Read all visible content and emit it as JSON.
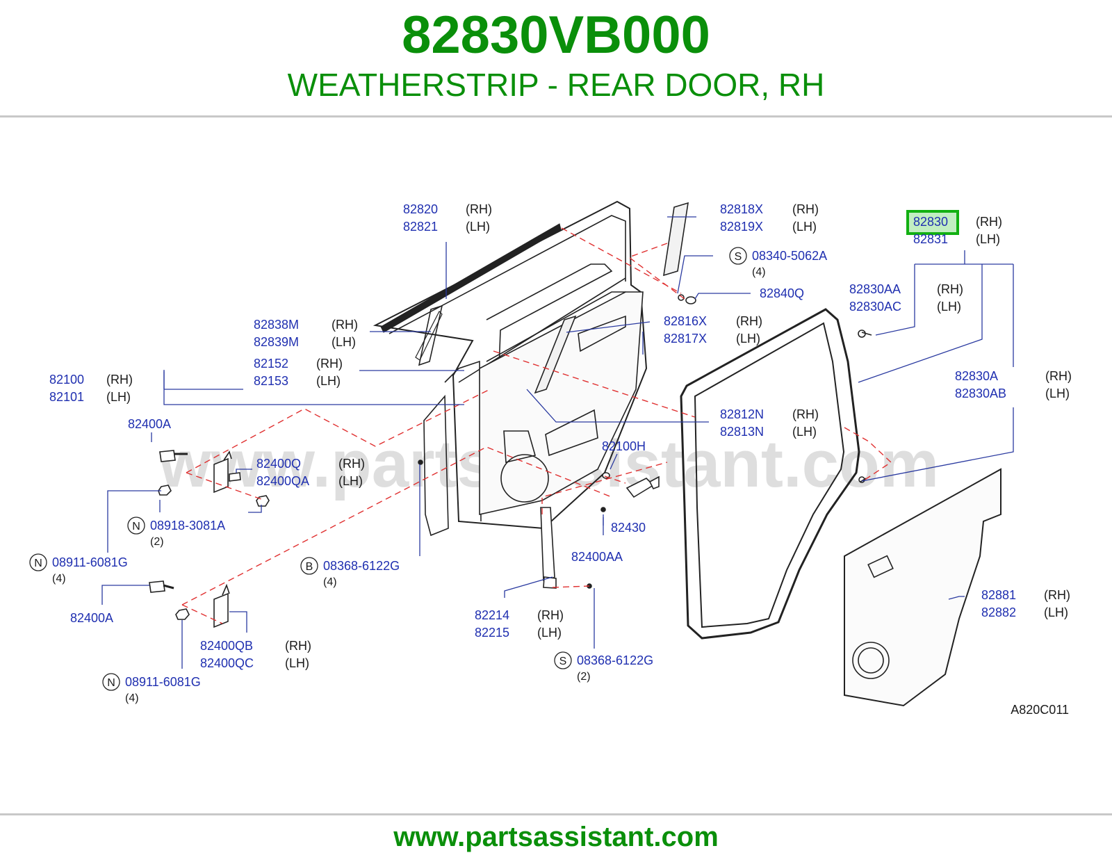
{
  "header": {
    "part_number": "82830VB000",
    "part_title": "WEATHERSTRIP - REAR DOOR, RH"
  },
  "diagram": {
    "watermark": "www.partsassistant.com",
    "diagram_code": "A820C011",
    "highlighted_part": "82830",
    "callouts": [
      {
        "id": "c1",
        "lines": [
          {
            "pn": "82820",
            "side": "(RH)"
          },
          {
            "pn": "82821",
            "side": "(LH)"
          }
        ]
      },
      {
        "id": "c2",
        "lines": [
          {
            "pn": "82818X",
            "side": "(RH)"
          },
          {
            "pn": "82819X",
            "side": "(LH)"
          }
        ]
      },
      {
        "id": "c3",
        "lines": [
          {
            "pn": "82830",
            "side": "(RH)"
          },
          {
            "pn": "82831",
            "side": "(LH)"
          }
        ]
      },
      {
        "id": "c4",
        "prefix": "S",
        "lines": [
          {
            "pn": "08340-5062A",
            "side": ""
          }
        ],
        "qty": "(4)"
      },
      {
        "id": "c5",
        "lines": [
          {
            "pn": "82840Q",
            "side": ""
          }
        ]
      },
      {
        "id": "c6",
        "lines": [
          {
            "pn": "82830AA",
            "side": "(RH)"
          },
          {
            "pn": "82830AC",
            "side": "(LH)"
          }
        ]
      },
      {
        "id": "c7",
        "lines": [
          {
            "pn": "82838M",
            "side": "(RH)"
          },
          {
            "pn": "82839M",
            "side": "(LH)"
          }
        ]
      },
      {
        "id": "c8",
        "lines": [
          {
            "pn": "82816X",
            "side": "(RH)"
          },
          {
            "pn": "82817X",
            "side": "(LH)"
          }
        ]
      },
      {
        "id": "c9",
        "lines": [
          {
            "pn": "82152",
            "side": "(RH)"
          },
          {
            "pn": "82153",
            "side": "(LH)"
          }
        ]
      },
      {
        "id": "c10",
        "lines": [
          {
            "pn": "82100",
            "side": "(RH)"
          },
          {
            "pn": "82101",
            "side": "(LH)"
          }
        ]
      },
      {
        "id": "c11",
        "lines": [
          {
            "pn": "82830A",
            "side": "(RH)"
          },
          {
            "pn": "82830AB",
            "side": "(LH)"
          }
        ]
      },
      {
        "id": "c12",
        "lines": [
          {
            "pn": "82812N",
            "side": "(RH)"
          },
          {
            "pn": "82813N",
            "side": "(LH)"
          }
        ]
      },
      {
        "id": "c13",
        "lines": [
          {
            "pn": "82400A",
            "side": ""
          }
        ]
      },
      {
        "id": "c14",
        "lines": [
          {
            "pn": "82100H",
            "side": ""
          }
        ]
      },
      {
        "id": "c15",
        "lines": [
          {
            "pn": "82400Q",
            "side": "(RH)"
          },
          {
            "pn": "82400QA",
            "side": "(LH)"
          }
        ]
      },
      {
        "id": "c16",
        "prefix": "N",
        "lines": [
          {
            "pn": "08918-3081A",
            "side": ""
          }
        ],
        "qty": "(2)"
      },
      {
        "id": "c17",
        "lines": [
          {
            "pn": "82430",
            "side": ""
          }
        ]
      },
      {
        "id": "c18",
        "prefix": "N",
        "lines": [
          {
            "pn": "08911-6081G",
            "side": ""
          }
        ],
        "qty": "(4)"
      },
      {
        "id": "c19",
        "prefix": "B",
        "lines": [
          {
            "pn": "08368-6122G",
            "side": ""
          }
        ],
        "qty": "(4)"
      },
      {
        "id": "c20",
        "lines": [
          {
            "pn": "82400AA",
            "side": ""
          }
        ]
      },
      {
        "id": "c21",
        "lines": [
          {
            "pn": "82881",
            "side": "(RH)"
          },
          {
            "pn": "82882",
            "side": "(LH)"
          }
        ]
      },
      {
        "id": "c22",
        "lines": [
          {
            "pn": "82400A",
            "side": ""
          }
        ]
      },
      {
        "id": "c23",
        "lines": [
          {
            "pn": "82214",
            "side": "(RH)"
          },
          {
            "pn": "82215",
            "side": "(LH)"
          }
        ]
      },
      {
        "id": "c24",
        "lines": [
          {
            "pn": "82400QB",
            "side": "(RH)"
          },
          {
            "pn": "82400QC",
            "side": "(LH)"
          }
        ]
      },
      {
        "id": "c25",
        "prefix": "S",
        "lines": [
          {
            "pn": "08368-6122G",
            "side": ""
          }
        ],
        "qty": "(2)"
      },
      {
        "id": "c26",
        "prefix": "N",
        "lines": [
          {
            "pn": "08911-6081G",
            "side": ""
          }
        ],
        "qty": "(4)"
      }
    ]
  },
  "footer": {
    "url": "www.partsassistant.com"
  },
  "colors": {
    "brand_green": "#0a8f0a",
    "part_link_blue": "#1f2fb0",
    "highlight_border": "#12b012",
    "highlight_fill": "#8fe08f",
    "leader_line": "#2a3aa0",
    "dashed_guide": "#e03030",
    "divider": "#c8c8c8"
  }
}
